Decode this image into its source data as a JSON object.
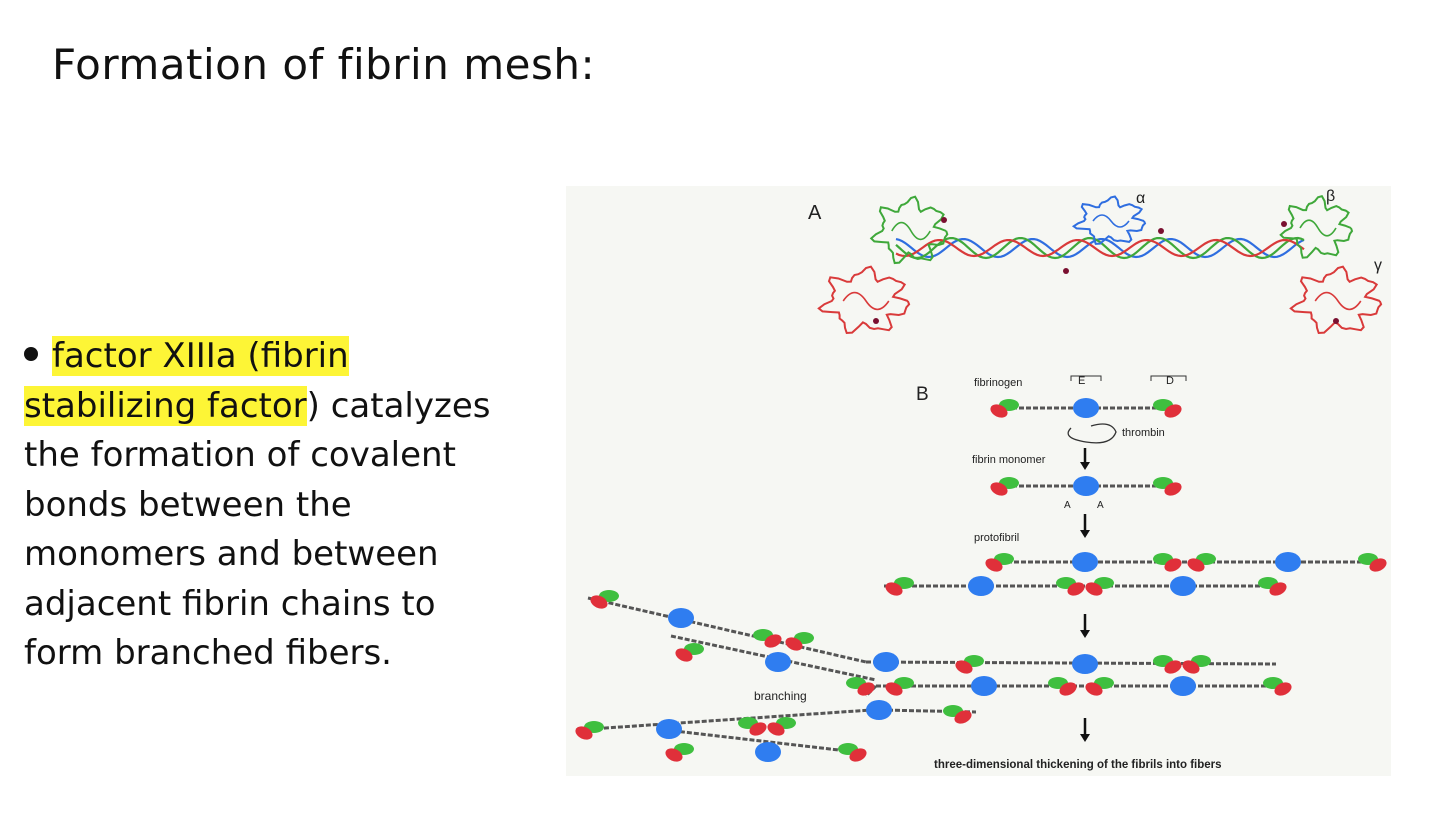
{
  "slide": {
    "title": "Formation of fibrin mesh:",
    "bullet": {
      "highlight_line1": "factor XIIIa (fibrin",
      "highlight_line2": "stabilizing factor",
      "line2_rest": ") catalyzes",
      "line3": "the formation of covalent",
      "line4": "bonds between the",
      "line5": "monomers and between",
      "line6": "adjacent fibrin chains to",
      "line7": "form branched fibers."
    }
  },
  "figure": {
    "panel_a_label": "A",
    "panel_b_label": "B",
    "alpha_label": "α",
    "beta_label": "β",
    "gamma_label": "γ",
    "labels": {
      "fibrinogen": "fibrinogen",
      "E": "E",
      "D": "D",
      "thrombin": "thrombin",
      "fibrin_monomer": "fibrin monomer",
      "A_left": "A",
      "A_right": "A",
      "protofibril": "protofibril",
      "branching": "branching",
      "caption": "three-dimensional thickening of the fibrils into fibers"
    },
    "colors": {
      "alpha": "#2f6ee0",
      "beta": "#3fa83a",
      "gamma": "#d93a3a",
      "e_domain": "#2f7df0",
      "d_green": "#3fbf3f",
      "d_red": "#e0303a",
      "strand": "#555555",
      "highlight": "#fdf536"
    }
  }
}
